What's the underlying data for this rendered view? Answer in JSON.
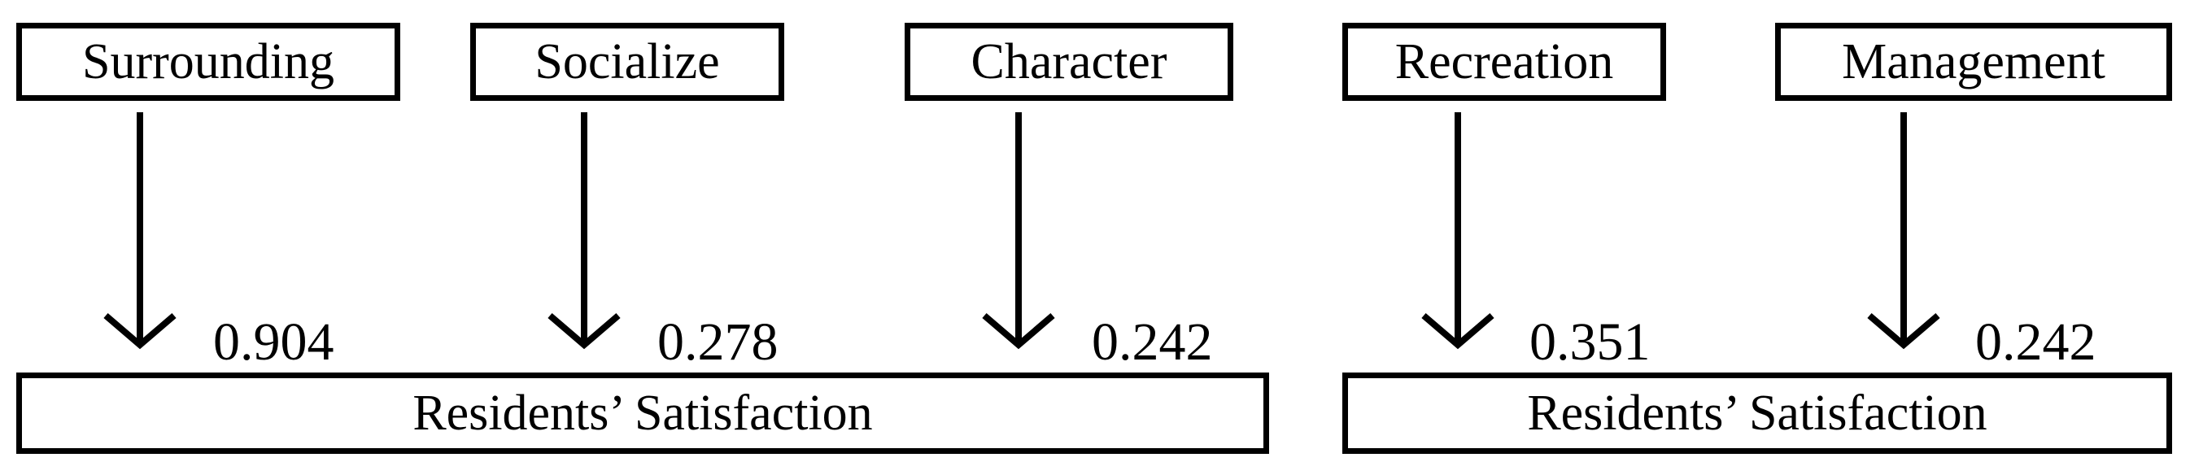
{
  "factors": [
    {
      "label": "Surrounding",
      "coefficient": "0.904"
    },
    {
      "label": "Socialize",
      "coefficient": "0.278"
    },
    {
      "label": "Character",
      "coefficient": "0.242"
    },
    {
      "label": "Recreation",
      "coefficient": "0.351"
    },
    {
      "label": "Management",
      "coefficient": "0.242"
    }
  ],
  "outcomes": [
    {
      "label": "Residents’ Satisfaction"
    },
    {
      "label": "Residents’ Satisfaction"
    }
  ]
}
